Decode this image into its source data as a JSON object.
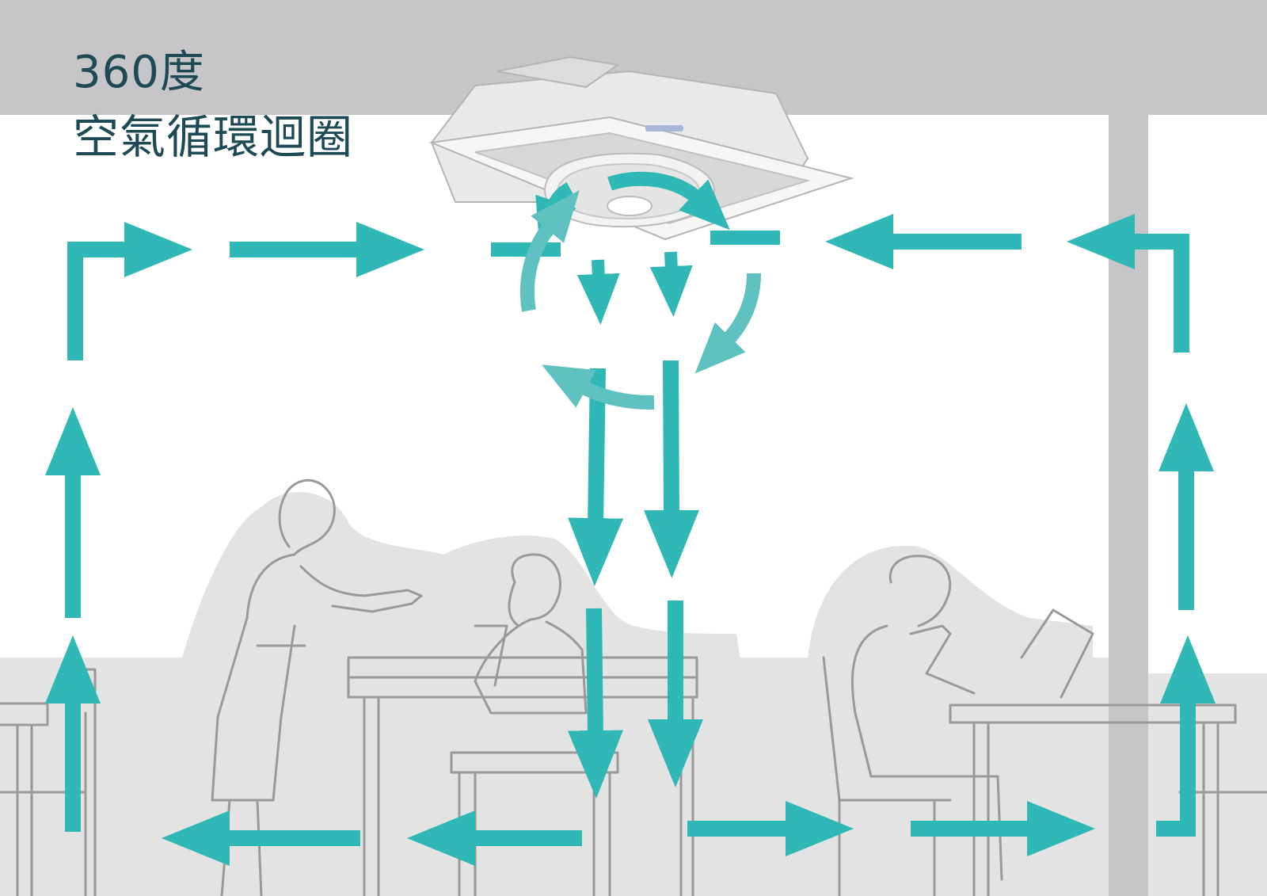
{
  "title": {
    "line1": "360度",
    "line2": "空氣循環迴圈"
  },
  "colors": {
    "ceiling": "#c6c5c7",
    "pillar": "#c6c5c7",
    "arrow": "#2fb8b5",
    "arrow_light": "#5fc2c0",
    "room_silhouette": "#e3e3e3",
    "sketch_line": "#9a9a9a",
    "title_text": "#1e4a55"
  },
  "illustration": {
    "device": "ceiling-circulation-fan-icon",
    "people": [
      "standing-woman-figure",
      "seated-woman-figure",
      "seated-man-figure"
    ]
  }
}
